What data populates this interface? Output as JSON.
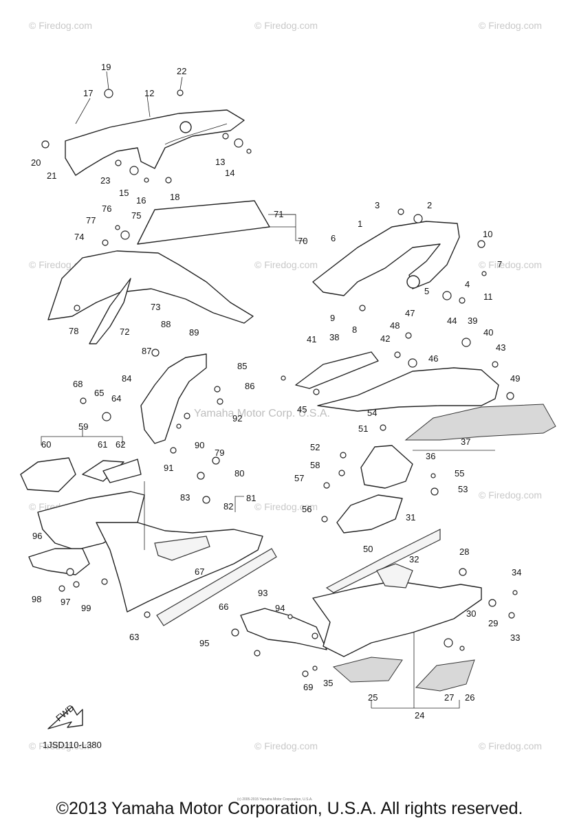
{
  "watermarks": {
    "firedog": "© Firedog.com",
    "yamaha": "Yamaha Motor Corp. U.S.A."
  },
  "callouts": [
    "1",
    "2",
    "3",
    "4",
    "5",
    "6",
    "7",
    "8",
    "9",
    "10",
    "11",
    "12",
    "13",
    "14",
    "15",
    "16",
    "17",
    "18",
    "19",
    "20",
    "21",
    "22",
    "23",
    "24",
    "25",
    "26",
    "27",
    "28",
    "29",
    "30",
    "31",
    "32",
    "33",
    "34",
    "35",
    "36",
    "37",
    "38",
    "39",
    "40",
    "41",
    "42",
    "43",
    "44",
    "45",
    "46",
    "47",
    "48",
    "49",
    "50",
    "51",
    "52",
    "53",
    "54",
    "55",
    "56",
    "57",
    "58",
    "59",
    "60",
    "61",
    "62",
    "63",
    "64",
    "65",
    "66",
    "67",
    "68",
    "69",
    "70",
    "71",
    "72",
    "73",
    "74",
    "75",
    "76",
    "77",
    "78",
    "79",
    "80",
    "81",
    "82",
    "83",
    "84",
    "85",
    "86",
    "87",
    "88",
    "89",
    "90",
    "91",
    "92",
    "93",
    "94",
    "95",
    "96",
    "97",
    "98",
    "99"
  ],
  "fwd_label": "FWD",
  "diagram_code": "1JSD110-L380",
  "small_copyright": "(c) 2005-2015 Yamaha Motor Corporation, U.S.A.",
  "footer_copyright": "©2013 Yamaha Motor Corporation, U.S.A. All rights reserved."
}
